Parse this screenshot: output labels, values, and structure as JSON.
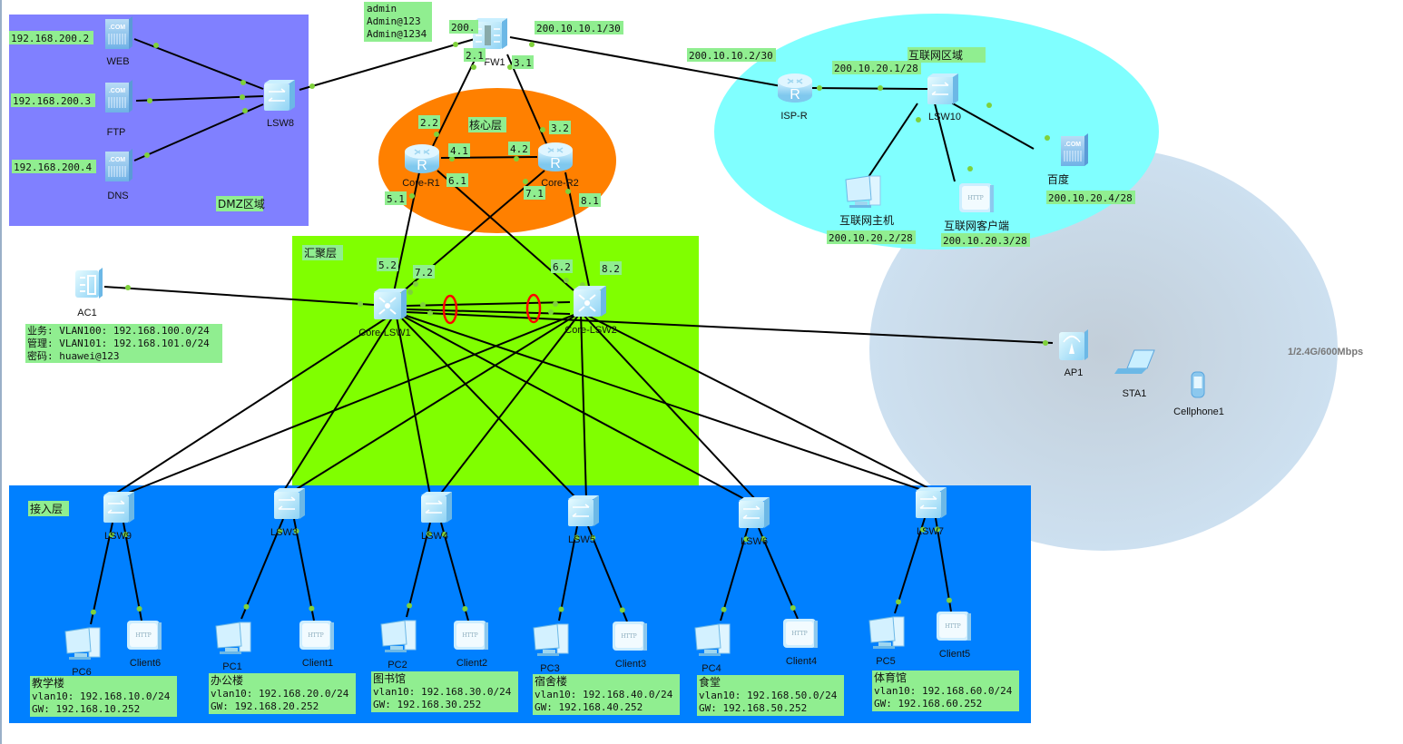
{
  "colors": {
    "dmz_zone": "#8080ff",
    "core_zone": "#ff8000",
    "internet_zone": "#80ffff",
    "wireless_zone": "#c4d8ea",
    "aggregation_zone": "#80ff00",
    "access_zone": "#0080ff",
    "label_bg": "#90ee90",
    "link": "#000000",
    "port_dot": "#7fd13b",
    "stack_ring": "#ff0000"
  },
  "zones": {
    "dmz": "DMZ区域",
    "core": "核心层",
    "internet": "互联网区域",
    "aggregation": "汇聚层",
    "access": "接入层"
  },
  "firewall_note": [
    "admin",
    "Admin@123",
    "Admin@1234"
  ],
  "ac_note": [
    "业务: VLAN100: 192.168.100.0/24",
    "管理: VLAN101: 192.168.101.0/24",
    "密码: huawei@123"
  ],
  "wireless_speed": "1/2.4G/600Mbps",
  "devices": {
    "web": "WEB",
    "ftp": "FTP",
    "dns": "DNS",
    "lsw8": "LSW8",
    "fw1": "FW1",
    "core_r1": "Core-R1",
    "core_r2": "Core-R2",
    "isp_r": "ISP-R",
    "lsw10": "LSW10",
    "inet_host": "互联网主机",
    "inet_client": "互联网客户端",
    "baidu": "百度",
    "ac1": "AC1",
    "core_lsw1": "Core-LSW1",
    "core_lsw2": "Core-LSW2",
    "ap1": "AP1",
    "sta1": "STA1",
    "cellphone1": "Cellphone1",
    "lsw9": "LSW9",
    "lsw3": "LSW3",
    "lsw4": "LSW4",
    "lsw5": "LSW5",
    "lsw6": "LSW6",
    "lsw7": "LSW7",
    "pc6": "PC6",
    "client6": "Client6",
    "pc1": "PC1",
    "client1": "Client1",
    "pc2": "PC2",
    "client2": "Client2",
    "pc3": "PC3",
    "client3": "Client3",
    "pc4": "PC4",
    "client4": "Client4",
    "pc5": "PC5",
    "client5": "Client5"
  },
  "ip_labels": {
    "web": "192.168.200.2",
    "ftp": "192.168.200.3",
    "dns": "192.168.200.4",
    "fw_dmz": "200.",
    "fw_out": "200.10.10.1/30",
    "fw_r1": "2.1",
    "fw_r2": "3.1",
    "r1_fw": "2.2",
    "r2_fw": "3.2",
    "r1_r2": "4.1",
    "r2_r1": "4.2",
    "r1_lsw2": "6.1",
    "r2_lsw1": "7.1",
    "r1_lsw1": "5.1",
    "r2_lsw2": "8.1",
    "lsw1_r1": "5.2",
    "lsw1_r2": "7.2",
    "lsw2_r1": "6.2",
    "lsw2_r2": "8.2",
    "isp_in": "200.10.10.2/30",
    "isp_lan": "200.10.20.1/28",
    "inet_host": "200.10.20.2/28",
    "inet_client": "200.10.20.3/28",
    "baidu": "200.10.20.4/28"
  },
  "buildings": [
    {
      "name": "教学楼",
      "vlan": "vlan10: 192.168.10.0/24",
      "gw": "GW: 192.168.10.252"
    },
    {
      "name": "办公楼",
      "vlan": "vlan10: 192.168.20.0/24",
      "gw": "GW: 192.168.20.252"
    },
    {
      "name": "图书馆",
      "vlan": "vlan10: 192.168.30.0/24",
      "gw": "GW: 192.168.30.252"
    },
    {
      "name": "宿舍楼",
      "vlan": "vlan10: 192.168.40.0/24",
      "gw": "GW: 192.168.40.252"
    },
    {
      "name": "食堂",
      "vlan": "vlan10: 192.168.50.0/24",
      "gw": "GW: 192.168.50.252"
    },
    {
      "name": "体育馆",
      "vlan": "vlan10: 192.168.60.0/24",
      "gw": "GW: 192.168.60.252"
    }
  ]
}
